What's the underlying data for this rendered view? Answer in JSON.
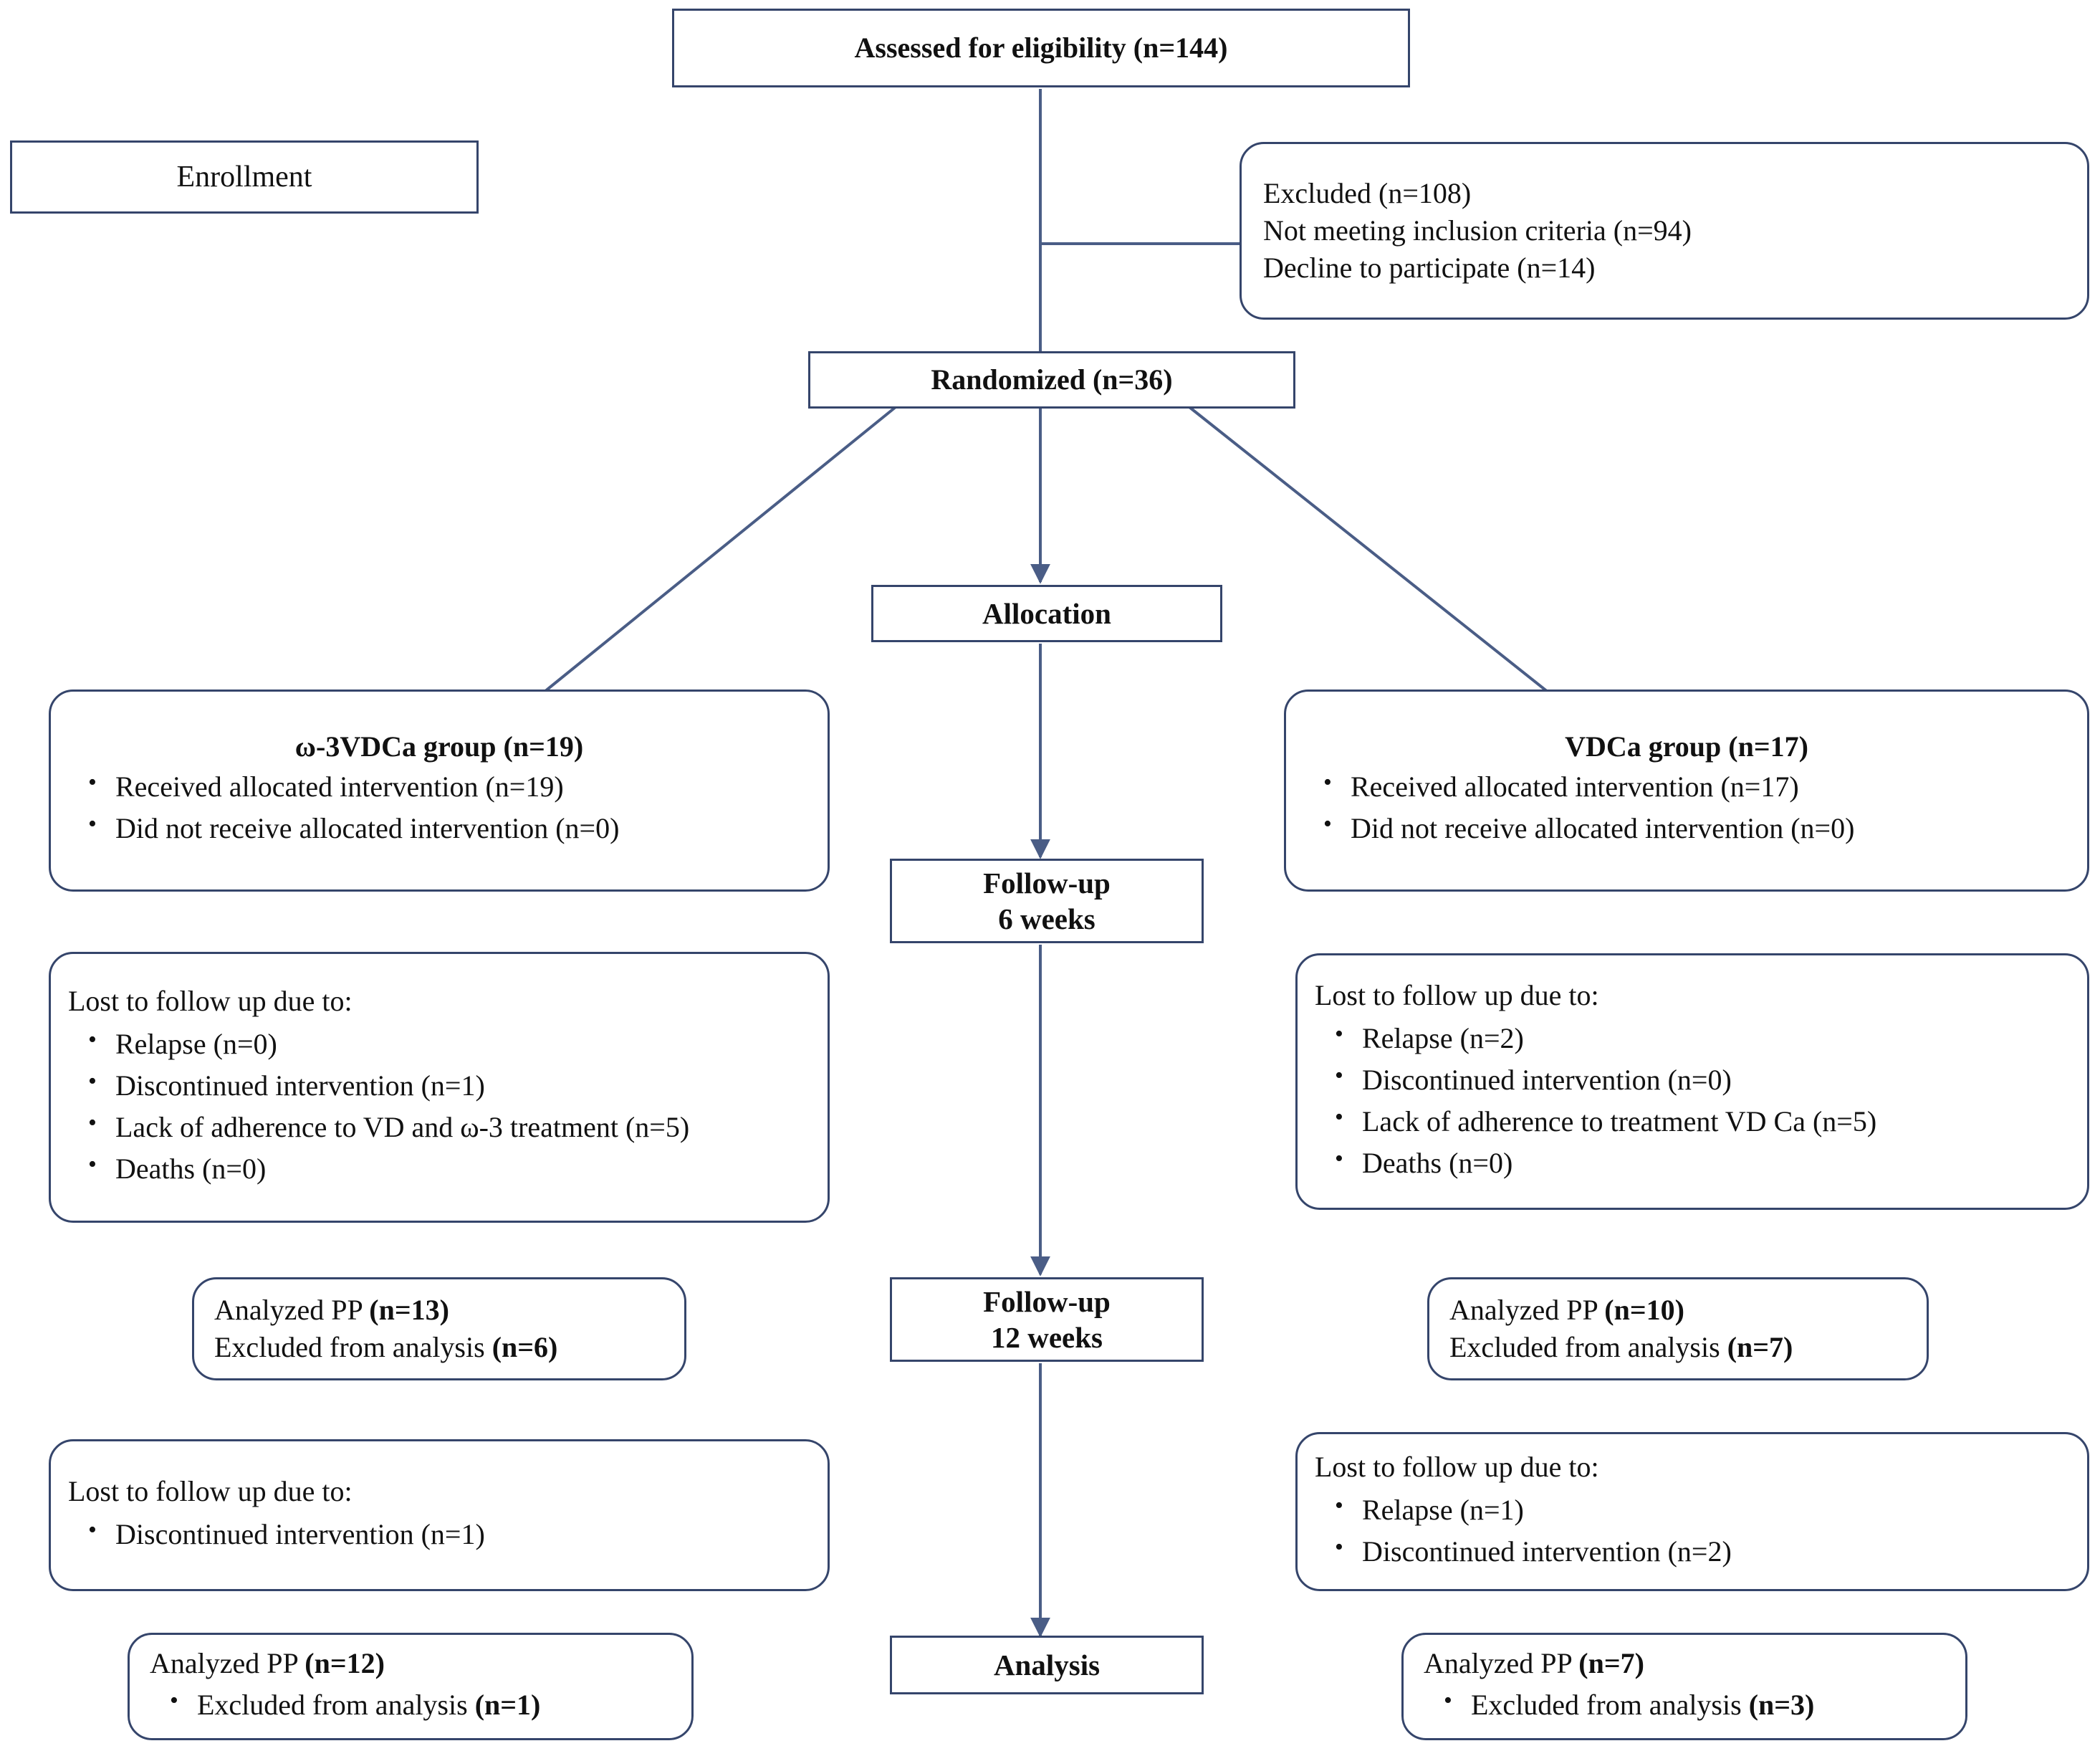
{
  "diagram": {
    "type": "consort-flow-diagram",
    "stroke_color": "#35456b",
    "connector_color": "#4a5d86",
    "background": "#ffffff"
  },
  "nodes": {
    "assessed": {
      "text": "Assessed for eligibility (n=144)",
      "n": 144
    },
    "enrollment_label": {
      "text": "Enrollment"
    },
    "excluded": {
      "lines": [
        "Excluded (n=108)",
        "Not meeting inclusion criteria (n=94)",
        "Decline to participate (n=14)"
      ],
      "total": 108,
      "not_meeting": 94,
      "declined": 14
    },
    "randomized": {
      "text": "Randomized (n=36)",
      "n": 36
    },
    "allocation_label": {
      "text": "Allocation"
    },
    "left_group": {
      "title": "ω-3VDCa group (n=19)",
      "n": 19,
      "items": [
        "Received allocated intervention (n=19)",
        "Did not receive allocated intervention (n=0)"
      ]
    },
    "right_group": {
      "title": "VDCa group (n=17)",
      "n": 17,
      "items": [
        "Received allocated intervention (n=17)",
        "Did not receive allocated intervention (n=0)"
      ]
    },
    "followup6_label": {
      "text": "Follow-up\n6 weeks"
    },
    "left_lost6": {
      "lead": "Lost to follow up due to:",
      "items": [
        "Relapse (n=0)",
        "Discontinued intervention (n=1)",
        "Lack of adherence to VD and ω-3 treatment (n=5)",
        "Deaths (n=0)"
      ]
    },
    "right_lost6": {
      "lead": "Lost to follow up due to:",
      "items": [
        "Relapse (n=2)",
        "Discontinued intervention (n=0)",
        "Lack of adherence to treatment VD Ca (n=5)",
        "Deaths (n=0)"
      ]
    },
    "followup12_label": {
      "text": "Follow-up\n12 weeks"
    },
    "left_analyzed6": {
      "line1_prefix": "Analyzed PP ",
      "line1_bold": "(n=13)",
      "line2_prefix": "Excluded from analysis ",
      "line2_bold": "(n=6)"
    },
    "right_analyzed6": {
      "line1_prefix": "Analyzed PP ",
      "line1_bold": "(n=10)",
      "line2_prefix": "Excluded from analysis ",
      "line2_bold": "(n=7)"
    },
    "left_lost12": {
      "lead": "Lost to follow up due to:",
      "items": [
        "Discontinued intervention (n=1)"
      ]
    },
    "right_lost12": {
      "lead": "Lost to follow up due to:",
      "items": [
        "Relapse (n=1)",
        "Discontinued intervention (n=2)"
      ]
    },
    "analysis_label": {
      "text": "Analysis"
    },
    "left_analyzed12": {
      "line1_prefix": "Analyzed PP ",
      "line1_bold": "(n=12)",
      "bullet_prefix": "Excluded from analysis ",
      "bullet_bold": "(n=1)"
    },
    "right_analyzed12": {
      "line1_prefix": "Analyzed PP ",
      "line1_bold": "(n=7)",
      "bullet_prefix": "Excluded from analysis ",
      "bullet_bold": "(n=3)"
    }
  }
}
